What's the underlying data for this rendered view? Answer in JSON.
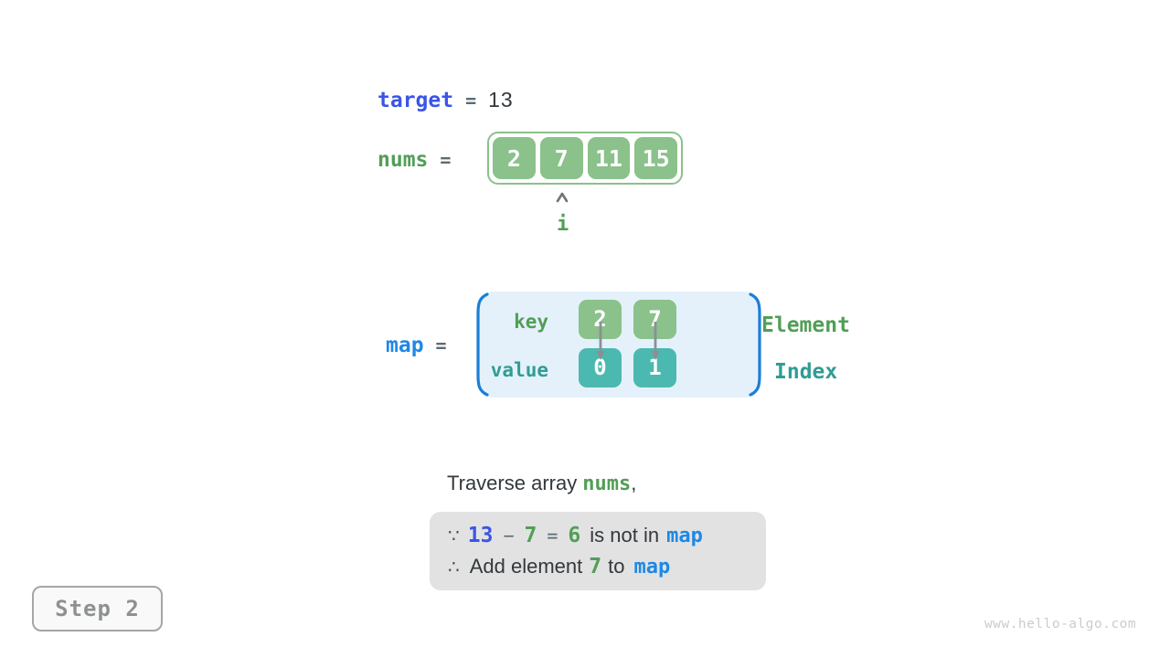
{
  "palette": {
    "ink": "#33383C",
    "op-gray": "#5B6B73",
    "royal-blue": "#3B55E6",
    "azure-blue": "#1E88E5",
    "green-text": "#529E57",
    "teal-text": "#2F9D94",
    "green-box": "#8BC18B",
    "teal-box": "#4CB9B0",
    "paren-blue": "#1B7ED9",
    "map-bg": "#E4F1FB",
    "note-bg": "#E2E2E2",
    "arrow-gray": "#8A9096",
    "step-gray": "#8E9193",
    "watermark-gray": "#C9CCCE"
  },
  "target_line": {
    "label": "target",
    "equals": "=",
    "value": "13"
  },
  "nums_line": {
    "label": "nums",
    "equals": "="
  },
  "array": {
    "values": [
      "2",
      "7",
      "11",
      "15"
    ],
    "pointer_label": "i",
    "pointer_index": 1
  },
  "map_section": {
    "label": "map",
    "equals": "=",
    "key_row": {
      "label": "key",
      "cells": [
        "2",
        "7"
      ]
    },
    "value_row": {
      "label": "value",
      "cells": [
        "0",
        "1"
      ]
    },
    "legend": {
      "key": "Element",
      "value": "Index"
    }
  },
  "caption": {
    "text_before": "Traverse array",
    "code": "nums",
    "text_after": ","
  },
  "note": {
    "line1": {
      "because": "∵",
      "operand1": "13",
      "minus": "−",
      "operand2": "7",
      "equals": "=",
      "result": "6",
      "text": "is not in",
      "code": "map"
    },
    "line2": {
      "therefore": "∴",
      "text_before": "Add element",
      "value": "7",
      "text_middle": "to",
      "code": "map"
    }
  },
  "step_badge": {
    "label": "Step 2"
  },
  "watermark": "www.hello-algo.com"
}
